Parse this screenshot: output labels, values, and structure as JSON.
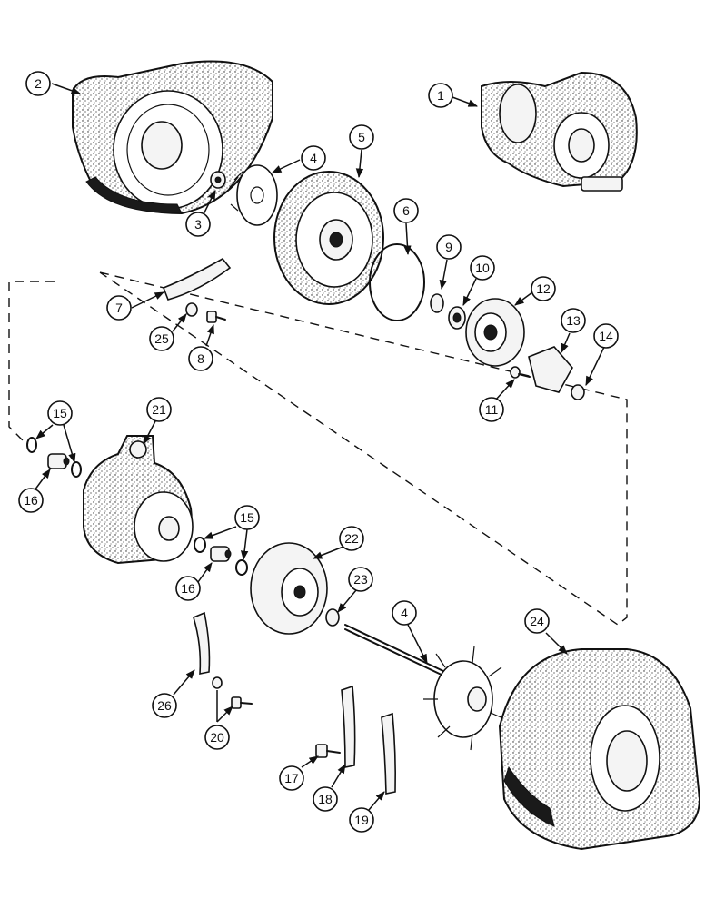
{
  "diagram": {
    "callouts": [
      {
        "id": "c1",
        "label": "1"
      },
      {
        "id": "c2",
        "label": "2"
      },
      {
        "id": "c3",
        "label": "3"
      },
      {
        "id": "c4a",
        "label": "4"
      },
      {
        "id": "c4b",
        "label": "4"
      },
      {
        "id": "c5",
        "label": "5"
      },
      {
        "id": "c6",
        "label": "6"
      },
      {
        "id": "c7",
        "label": "7"
      },
      {
        "id": "c8",
        "label": "8"
      },
      {
        "id": "c9",
        "label": "9"
      },
      {
        "id": "c10",
        "label": "10"
      },
      {
        "id": "c11",
        "label": "11"
      },
      {
        "id": "c12",
        "label": "12"
      },
      {
        "id": "c13",
        "label": "13"
      },
      {
        "id": "c14",
        "label": "14"
      },
      {
        "id": "c15a",
        "label": "15"
      },
      {
        "id": "c15b",
        "label": "15"
      },
      {
        "id": "c16a",
        "label": "16"
      },
      {
        "id": "c16b",
        "label": "16"
      },
      {
        "id": "c17",
        "label": "17"
      },
      {
        "id": "c18",
        "label": "18"
      },
      {
        "id": "c19",
        "label": "19"
      },
      {
        "id": "c20",
        "label": "20"
      },
      {
        "id": "c21",
        "label": "21"
      },
      {
        "id": "c22",
        "label": "22"
      },
      {
        "id": "c23",
        "label": "23"
      },
      {
        "id": "c24",
        "label": "24"
      },
      {
        "id": "c25",
        "label": "25"
      },
      {
        "id": "c26",
        "label": "26"
      }
    ]
  }
}
